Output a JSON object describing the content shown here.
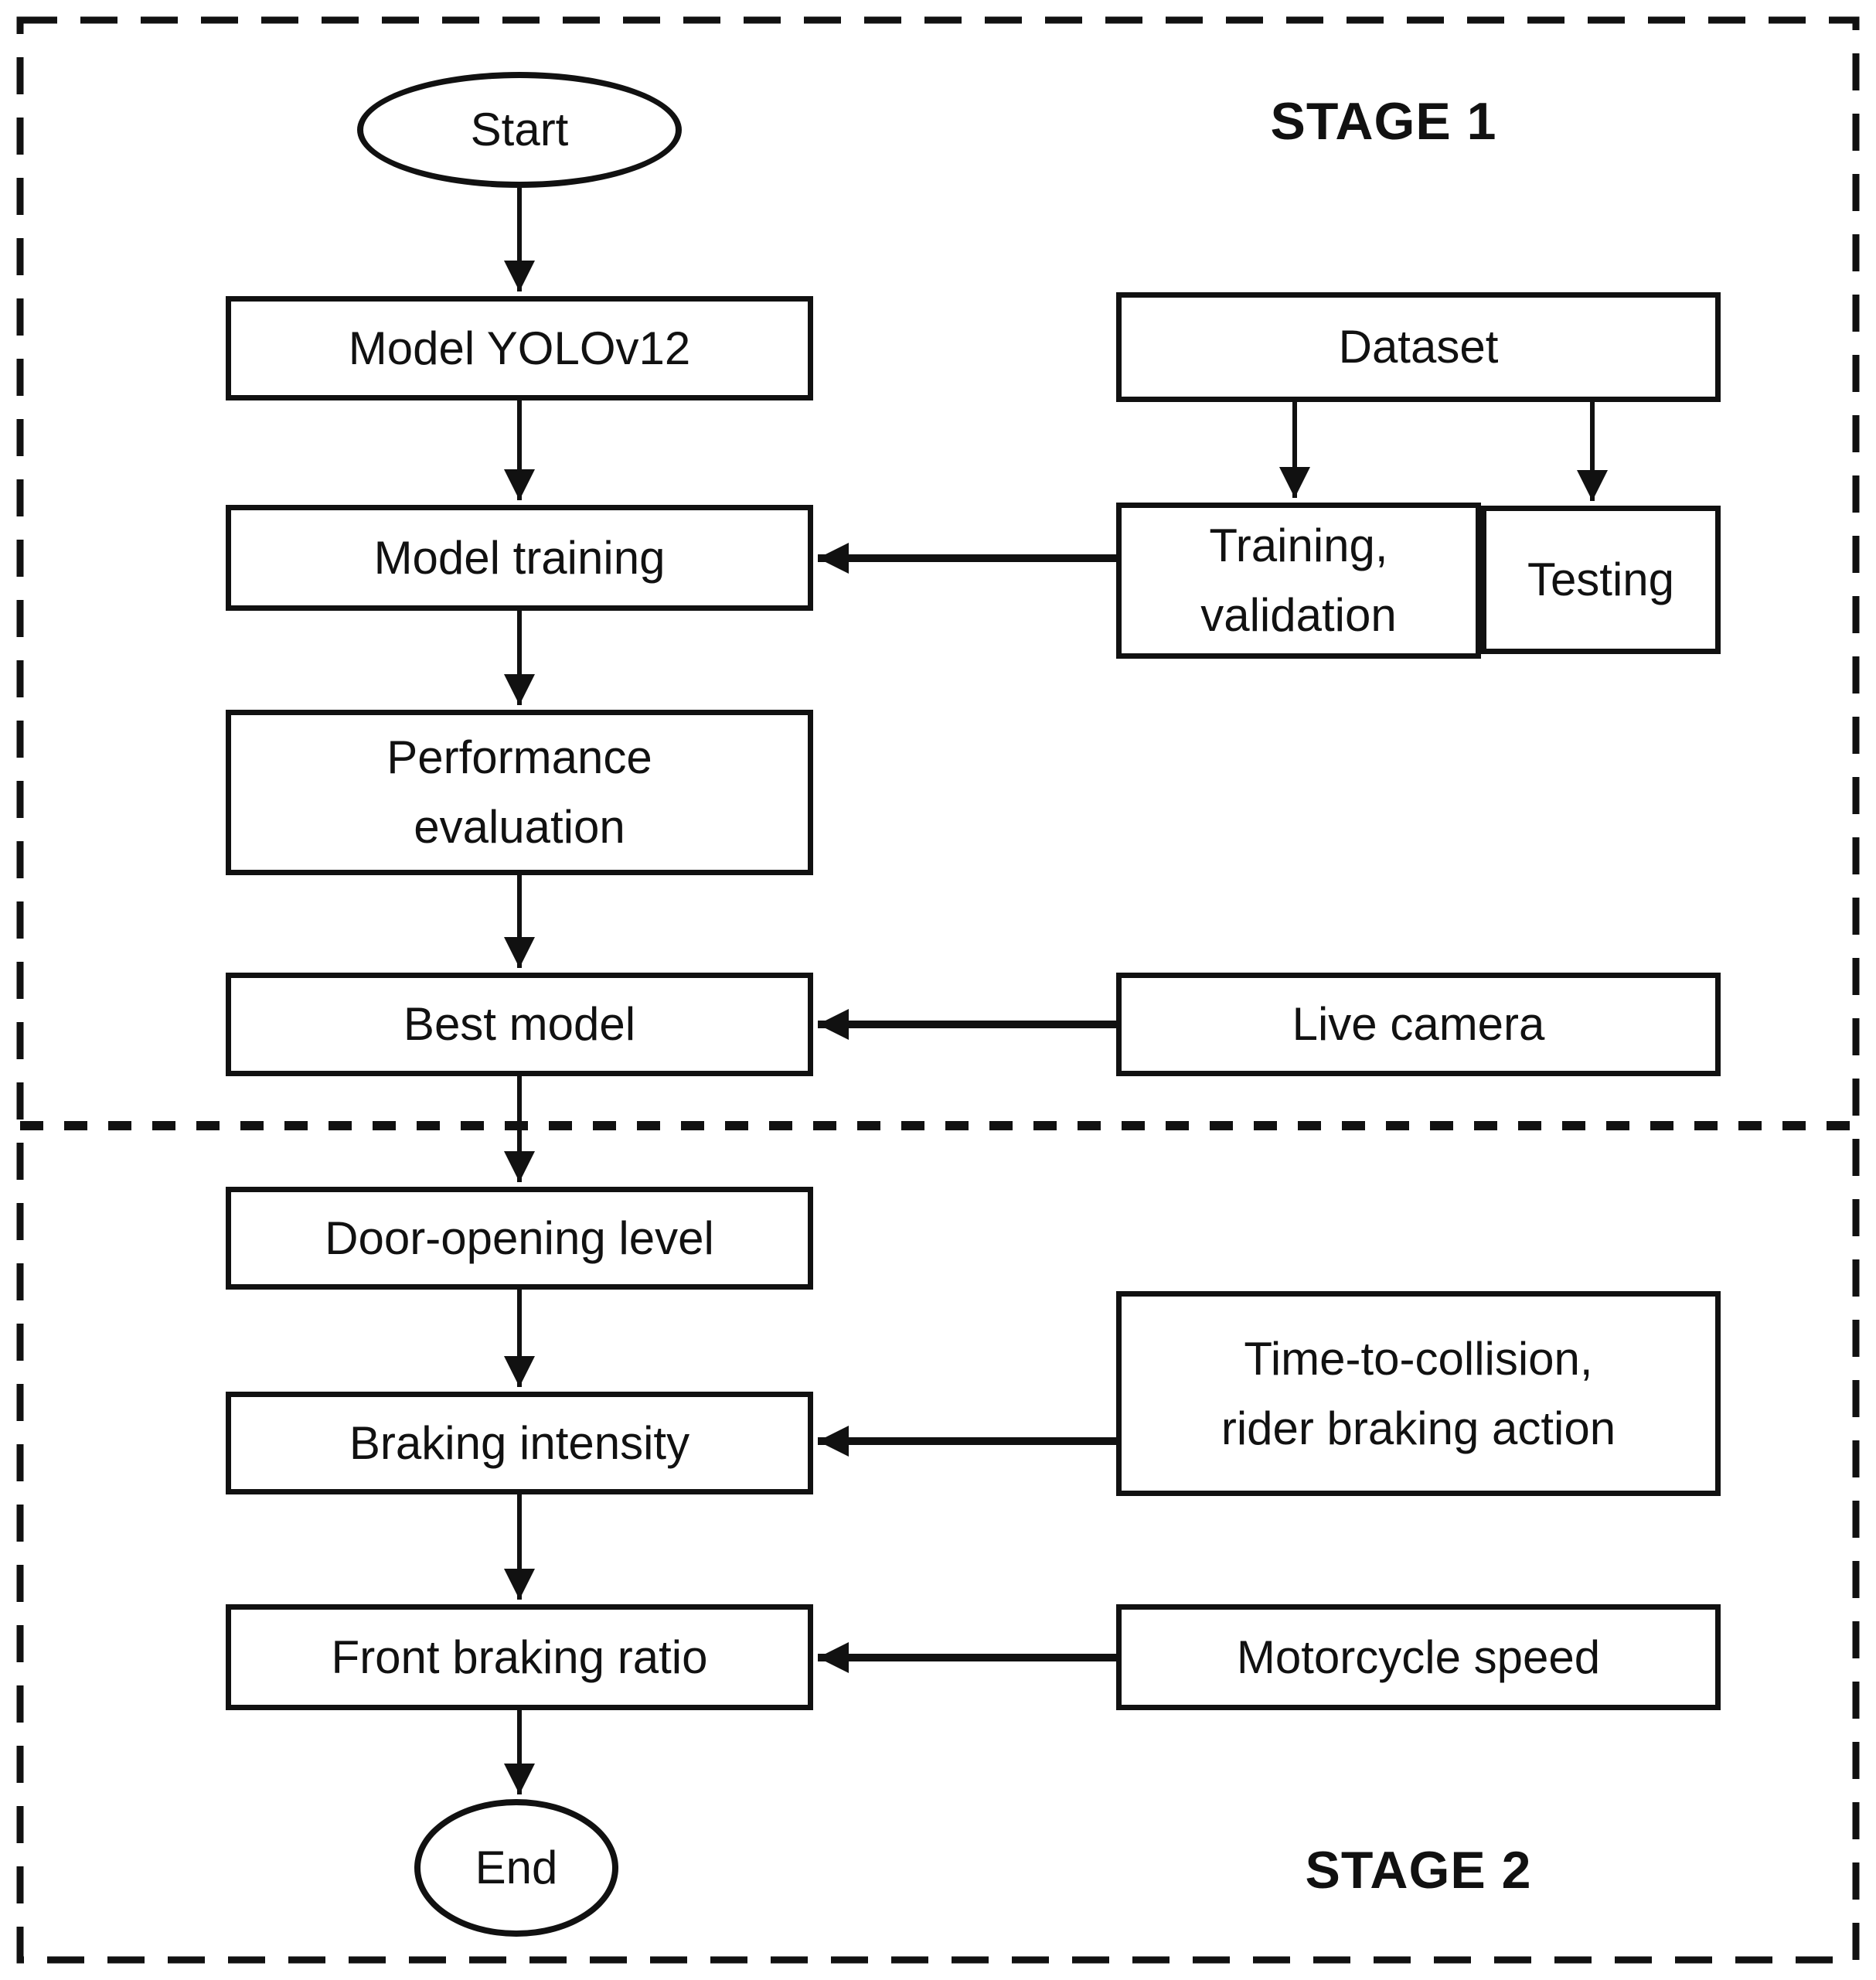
{
  "diagram": {
    "stage1_label": "STAGE 1",
    "stage2_label": "STAGE 2",
    "colors": {
      "ink": "#111111",
      "background": "#ffffff"
    },
    "nodes": {
      "start": {
        "label": "Start",
        "shape": "ellipse"
      },
      "model_yolov12": {
        "label": "Model YOLOv12",
        "shape": "rect"
      },
      "model_training": {
        "label": "Model training",
        "shape": "rect"
      },
      "performance_evaluation": {
        "label": "Performance\nevaluation",
        "shape": "rect"
      },
      "best_model": {
        "label": "Best model",
        "shape": "rect"
      },
      "door_opening_level": {
        "label": "Door-opening level",
        "shape": "rect"
      },
      "braking_intensity": {
        "label": "Braking intensity",
        "shape": "rect"
      },
      "front_braking_ratio": {
        "label": "Front braking ratio",
        "shape": "rect"
      },
      "end": {
        "label": "End",
        "shape": "ellipse"
      },
      "dataset": {
        "label": "Dataset",
        "shape": "rect"
      },
      "training_validation": {
        "label": "Training,\nvalidation",
        "shape": "rect"
      },
      "testing": {
        "label": "Testing",
        "shape": "rect"
      },
      "live_camera": {
        "label": "Live camera",
        "shape": "rect"
      },
      "ttc_rider_braking": {
        "label": "Time-to-collision,\nrider braking action",
        "shape": "rect"
      },
      "motorcycle_speed": {
        "label": "Motorcycle speed",
        "shape": "rect"
      }
    },
    "edges": [
      "start -> model_yolov12",
      "model_yolov12 -> model_training",
      "model_training -> performance_evaluation",
      "performance_evaluation -> best_model",
      "best_model -> door_opening_level",
      "door_opening_level -> braking_intensity",
      "braking_intensity -> front_braking_ratio",
      "front_braking_ratio -> end",
      "dataset -> training_validation",
      "dataset -> testing",
      "training_validation -> model_training",
      "live_camera -> best_model",
      "ttc_rider_braking -> braking_intensity",
      "motorcycle_speed -> front_braking_ratio"
    ]
  }
}
